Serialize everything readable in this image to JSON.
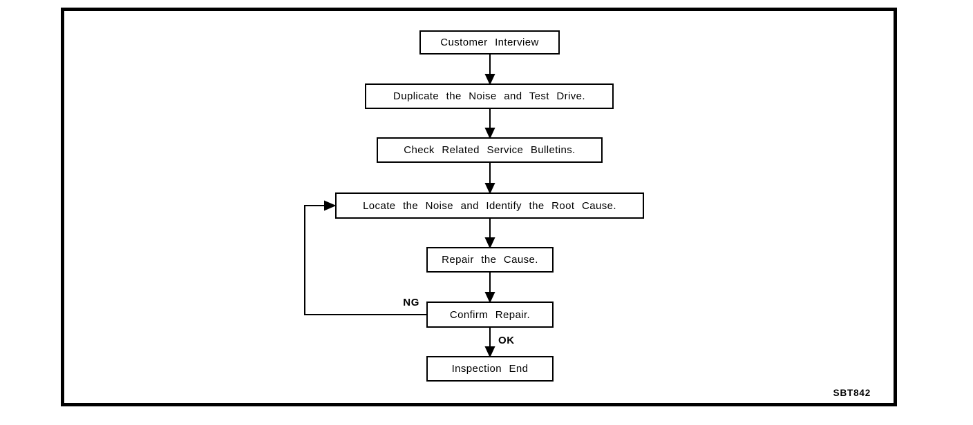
{
  "figure": {
    "code": "SBT842"
  },
  "flowchart": {
    "nodes": [
      {
        "id": "customer-interview",
        "label": "Customer Interview"
      },
      {
        "id": "duplicate-noise",
        "label": "Duplicate the Noise and Test Drive."
      },
      {
        "id": "check-bulletins",
        "label": "Check Related Service Bulletins."
      },
      {
        "id": "locate-noise",
        "label": "Locate the Noise and Identify the Root Cause."
      },
      {
        "id": "repair-cause",
        "label": "Repair the Cause."
      },
      {
        "id": "confirm-repair",
        "label": "Confirm Repair."
      },
      {
        "id": "inspection-end",
        "label": "Inspection End"
      }
    ],
    "edges": [
      {
        "from": "customer-interview",
        "to": "duplicate-noise",
        "label": ""
      },
      {
        "from": "duplicate-noise",
        "to": "check-bulletins",
        "label": ""
      },
      {
        "from": "check-bulletins",
        "to": "locate-noise",
        "label": ""
      },
      {
        "from": "locate-noise",
        "to": "repair-cause",
        "label": ""
      },
      {
        "from": "repair-cause",
        "to": "confirm-repair",
        "label": ""
      },
      {
        "from": "confirm-repair",
        "to": "inspection-end",
        "label": "OK"
      },
      {
        "from": "confirm-repair",
        "to": "locate-noise",
        "label": "NG"
      }
    ],
    "edge_labels": {
      "ng": "NG",
      "ok": "OK"
    }
  },
  "colors": {
    "line": "#000000",
    "background": "#ffffff"
  }
}
